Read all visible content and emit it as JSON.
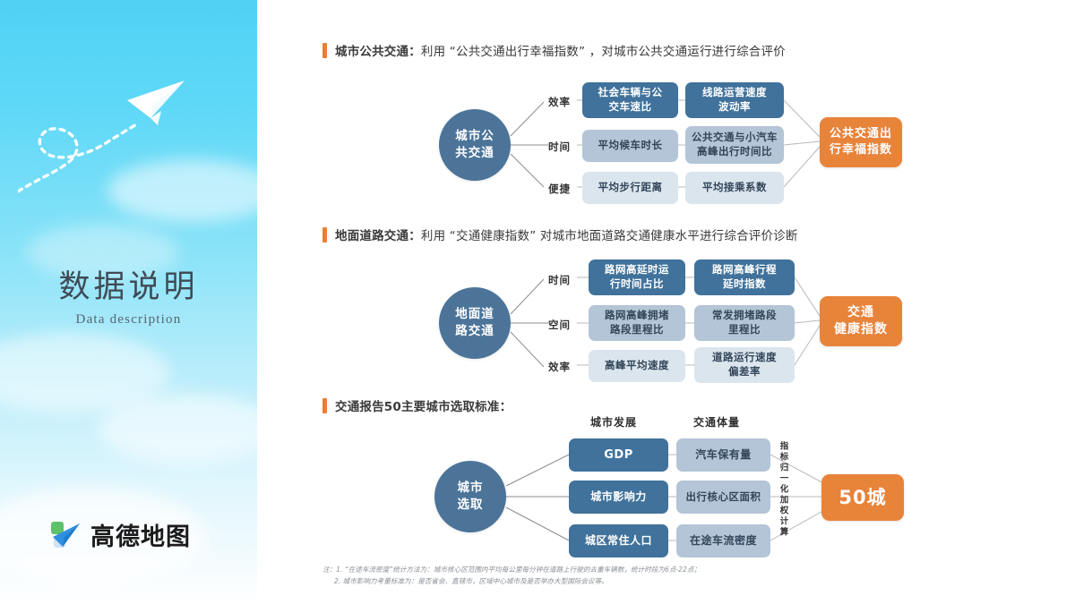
{
  "left_panel": {
    "title_cn": "数据说明",
    "title_en": "Data description",
    "logo_text": "高德地图",
    "logo_icon": "paper-plane-logo-icon",
    "plane_icon": "paper-plane-icon",
    "trail_icon": "dashed-trail-icon"
  },
  "colors": {
    "accent_orange": "#ED7D31",
    "result_orange": "#E8833A",
    "hub_blue": "#4C7499",
    "node_dark": "#40729B",
    "node_mid": "#B3C5D7",
    "node_light": "#DBE5EE",
    "panel_sky": "#4FD2F5"
  },
  "sections": [
    {
      "id": "public-transit",
      "heading_prefix": "城市公共交通：",
      "heading_body": "利用 “公共交通出行幸福指数” ，对城市公共交通运行进行综合评价",
      "hub": [
        "城市公",
        "共交通"
      ],
      "categories": [
        "效率",
        "时间",
        "便捷"
      ],
      "col1": [
        "社会车辆与公\n交车速比",
        "平均候车时长",
        "平均步行距离"
      ],
      "col2": [
        "线路运营速度\n波动率",
        "公共交通与小汽车\n高峰出行时间比",
        "平均接乘系数"
      ],
      "result": [
        "公共交通出",
        "行幸福指数"
      ]
    },
    {
      "id": "road-traffic",
      "heading_prefix": "地面道路交通：",
      "heading_body": "利用 “交通健康指数” 对城市地面道路交通健康水平进行综合评价诊断",
      "hub": [
        "地面道",
        "路交通"
      ],
      "categories": [
        "时间",
        "空间",
        "效率"
      ],
      "col1": [
        "路网高延时运\n行时间占比",
        "路网高峰拥堵\n路段里程比",
        "高峰平均速度"
      ],
      "col2": [
        "路网高峰行程\n延时指数",
        "常发拥堵路段\n里程比",
        "道路运行速度\n偏差率"
      ],
      "result": [
        "交通",
        "健康指数"
      ]
    },
    {
      "id": "city-selection",
      "heading_prefix": "交通报告50主要城市选取标准：",
      "heading_body": "",
      "hub": [
        "城市",
        "选取"
      ],
      "col_headers": [
        "城市发展",
        "交通体量"
      ],
      "col1": [
        "GDP",
        "城市影响力",
        "城区常住人口"
      ],
      "col2": [
        "汽车保有量",
        "出行核心区面积",
        "在途车流密度"
      ],
      "vertical_note": "指标归一化加权计算",
      "result": [
        "50城"
      ]
    }
  ],
  "footnote": {
    "line1": "注：1. “在途车流密度”统计方法为：城市核心区范围内平均每公里每分钟在道路上行驶的去重车辆数，统计时段为6点-22点；",
    "line2": "2. 城市影响力考量标准为：是否省会、直辖市，区域中心城市及是否举办大型国际会议等。"
  }
}
